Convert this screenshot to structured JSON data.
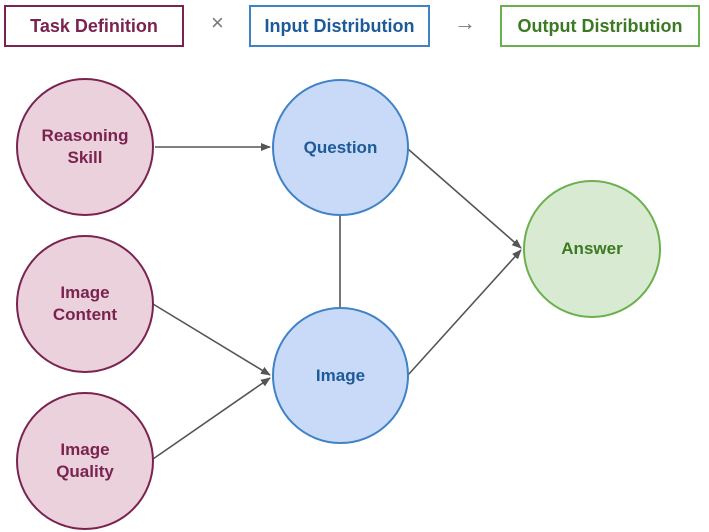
{
  "legend": {
    "task": "Task Definition",
    "times": "×",
    "input": "Input Distribution",
    "arrow": "→",
    "output": "Output Distribution"
  },
  "nodes": {
    "reasoning_skill": "Reasoning\nSkill",
    "image_content": "Image\nContent",
    "image_quality": "Image\nQuality",
    "question": "Question",
    "image": "Image",
    "answer": "Answer"
  },
  "colors": {
    "task_border": "#7b2350",
    "task_fill": "#ead1dc",
    "input_border": "#3f82c6",
    "input_fill": "#c9daf8",
    "output_border": "#6ab04c",
    "output_fill": "#d9ead3",
    "edge": "#555555"
  }
}
